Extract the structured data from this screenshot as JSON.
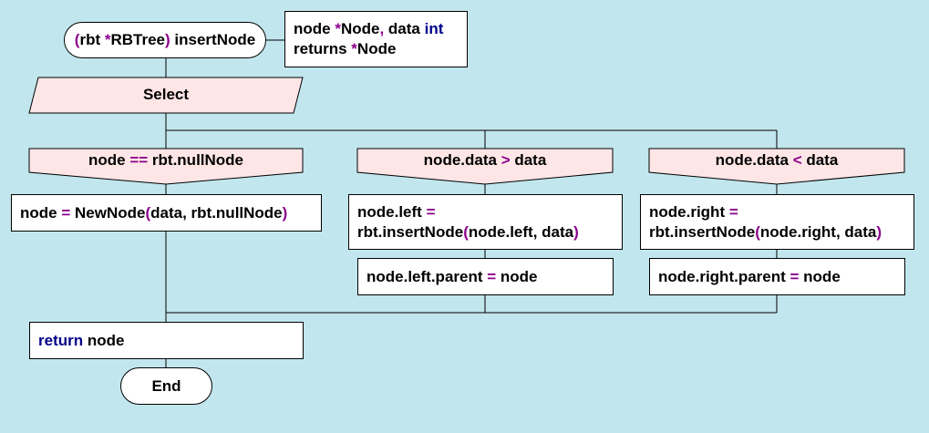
{
  "colors": {
    "background": "#c2e6ee",
    "box_fill": "#ffffff",
    "select_fill": "#ffe6e6",
    "operator": "#8b008b",
    "keyword": "#00008b"
  },
  "start": {
    "tokens": [
      {
        "t": "(",
        "c": "op"
      },
      {
        "t": "rbt ",
        "c": ""
      },
      {
        "t": "*",
        "c": "op"
      },
      {
        "t": "RBTree",
        "c": ""
      },
      {
        "t": ")",
        "c": "op"
      },
      {
        "t": " insertNode",
        "c": ""
      }
    ]
  },
  "signature": {
    "lines": [
      [
        {
          "t": "node ",
          "c": ""
        },
        {
          "t": "*",
          "c": "op"
        },
        {
          "t": "Node",
          "c": ""
        },
        {
          "t": ",",
          "c": "op"
        },
        {
          "t": " data ",
          "c": ""
        },
        {
          "t": "int",
          "c": "kw"
        }
      ],
      [
        {
          "t": "returns ",
          "c": ""
        },
        {
          "t": "*",
          "c": "op"
        },
        {
          "t": "Node",
          "c": ""
        }
      ]
    ]
  },
  "select": {
    "label": "Select"
  },
  "cases": [
    {
      "condition": [
        {
          "t": "node ",
          "c": ""
        },
        {
          "t": "==",
          "c": "op"
        },
        {
          "t": " rbt.nullNode",
          "c": ""
        }
      ],
      "actions": [
        [
          [
            {
              "t": "node ",
              "c": ""
            },
            {
              "t": "=",
              "c": "op"
            },
            {
              "t": " NewNode",
              "c": ""
            },
            {
              "t": "(",
              "c": "op"
            },
            {
              "t": "data, rbt.nullNode",
              "c": ""
            },
            {
              "t": ")",
              "c": "op"
            }
          ]
        ]
      ]
    },
    {
      "condition": [
        {
          "t": "node.data ",
          "c": ""
        },
        {
          "t": ">",
          "c": "op"
        },
        {
          "t": " data",
          "c": ""
        }
      ],
      "actions": [
        [
          [
            {
              "t": "node.left ",
              "c": ""
            },
            {
              "t": "=",
              "c": "op"
            }
          ],
          [
            {
              "t": "rbt.insertNode",
              "c": ""
            },
            {
              "t": "(",
              "c": "op"
            },
            {
              "t": "node.left, data",
              "c": ""
            },
            {
              "t": ")",
              "c": "op"
            }
          ]
        ],
        [
          [
            {
              "t": "node.left.parent ",
              "c": ""
            },
            {
              "t": "=",
              "c": "op"
            },
            {
              "t": " node",
              "c": ""
            }
          ]
        ]
      ]
    },
    {
      "condition": [
        {
          "t": "node.data ",
          "c": ""
        },
        {
          "t": "<",
          "c": "op"
        },
        {
          "t": " data",
          "c": ""
        }
      ],
      "actions": [
        [
          [
            {
              "t": "node.right ",
              "c": ""
            },
            {
              "t": "=",
              "c": "op"
            }
          ],
          [
            {
              "t": "rbt.insertNode",
              "c": ""
            },
            {
              "t": "(",
              "c": "op"
            },
            {
              "t": "node.right, data",
              "c": ""
            },
            {
              "t": ")",
              "c": "op"
            }
          ]
        ],
        [
          [
            {
              "t": "node.right.parent ",
              "c": ""
            },
            {
              "t": "=",
              "c": "op"
            },
            {
              "t": " node",
              "c": ""
            }
          ]
        ]
      ]
    }
  ],
  "return_step": {
    "tokens": [
      {
        "t": "return",
        "c": "kw"
      },
      {
        "t": " node",
        "c": ""
      }
    ]
  },
  "end": {
    "label": "End"
  }
}
